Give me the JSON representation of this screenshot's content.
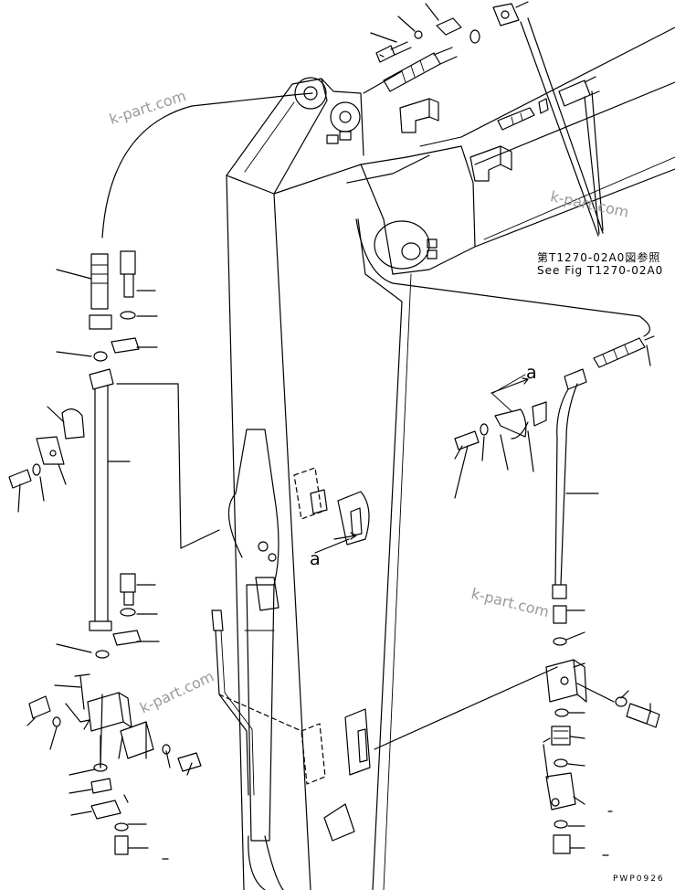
{
  "figure": {
    "reference_jp": "第T1270-02A0図参照",
    "reference_en": "See Fig T1270-02A0",
    "drawing_code": "PWP0926",
    "view_marks": [
      "a",
      "a"
    ],
    "watermark": "k-part.com"
  }
}
